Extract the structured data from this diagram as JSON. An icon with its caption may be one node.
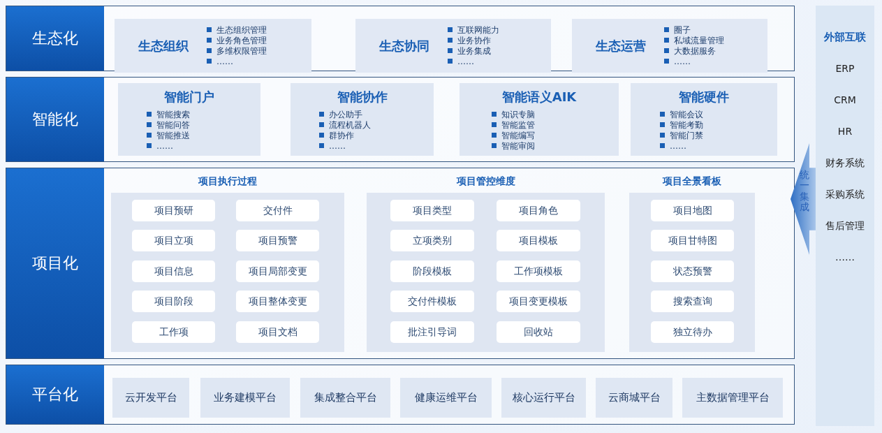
{
  "diagram": {
    "nodes": [
      {
        "text": [
          "生态化"
        ]
      },
      {
        "text": [
          "生态组织",
          "生态组织管理",
          "业务角色管理",
          "多维权限管理",
          "……"
        ],
        "in": 0
      },
      {
        "text": [
          "生态协同",
          "互联网能力",
          "业务协作",
          "业务集成",
          "……"
        ],
        "in": 0
      },
      {
        "text": [
          "生态运营",
          "圈子",
          "私域流量管理",
          "大数据服务",
          "……"
        ],
        "in": 0
      },
      {
        "text": [
          "智能化"
        ]
      },
      {
        "text": [
          "智能门户",
          "智能搜索",
          "智能问答",
          "智能推送",
          "……"
        ],
        "in": 4
      },
      {
        "text": [
          "智能协作",
          "办公助手",
          "流程机器人",
          "群协作",
          "……"
        ],
        "in": 4
      },
      {
        "text": [
          "智能语义AIK",
          "知识专脑",
          "智能监管",
          "智能编写",
          "智能审阅"
        ],
        "in": 4
      },
      {
        "text": [
          "智能硬件",
          "智能会议",
          "智能考勤",
          "智能门禁",
          "……"
        ],
        "in": 4
      },
      {
        "text": [
          "项目化"
        ]
      },
      {
        "text": [
          "项目执行过程"
        ],
        "in": 9
      },
      {
        "text": [
          "项目预研"
        ],
        "in": 10
      },
      {
        "text": [
          "交付件"
        ],
        "in": 10
      },
      {
        "text": [
          "项目立项"
        ],
        "in": 10
      },
      {
        "text": [
          "项目预警"
        ],
        "in": 10
      },
      {
        "text": [
          "项目信息"
        ],
        "in": 10
      },
      {
        "text": [
          "项目局部变更"
        ],
        "in": 10
      },
      {
        "text": [
          "项目阶段"
        ],
        "in": 10
      },
      {
        "text": [
          "项目整体变更"
        ],
        "in": 10
      },
      {
        "text": [
          "工作项"
        ],
        "in": 10
      },
      {
        "text": [
          "项目文档"
        ],
        "in": 10
      },
      {
        "text": [
          "项目管控维度"
        ],
        "in": 9
      },
      {
        "text": [
          "项目类型"
        ],
        "in": 21
      },
      {
        "text": [
          "项目角色"
        ],
        "in": 21
      },
      {
        "text": [
          "立项类别"
        ],
        "in": 21
      },
      {
        "text": [
          "项目模板"
        ],
        "in": 21
      },
      {
        "text": [
          "阶段模板"
        ],
        "in": 21
      },
      {
        "text": [
          "工作项模板"
        ],
        "in": 21
      },
      {
        "text": [
          "交付件模板"
        ],
        "in": 21
      },
      {
        "text": [
          "项目变更模板"
        ],
        "in": 21
      },
      {
        "text": [
          "批注引导词"
        ],
        "in": 21
      },
      {
        "text": [
          "回收站"
        ],
        "in": 21
      },
      {
        "text": [
          "项目全景看板"
        ],
        "in": 9
      },
      {
        "text": [
          "项目地图"
        ],
        "in": 32
      },
      {
        "text": [
          "项目甘特图"
        ],
        "in": 32
      },
      {
        "text": [
          "状态预警"
        ],
        "in": 32
      },
      {
        "text": [
          "搜索查询"
        ],
        "in": 32
      },
      {
        "text": [
          "独立待办"
        ],
        "in": 32
      },
      {
        "text": [
          "平台化"
        ]
      },
      {
        "text": [
          "云开发平台"
        ],
        "in": 38
      },
      {
        "text": [
          "业务建模平台"
        ],
        "in": 38
      },
      {
        "text": [
          "集成整合平台"
        ],
        "in": 38
      },
      {
        "text": [
          "健康运维平台"
        ],
        "in": 38
      },
      {
        "text": [
          "核心运行平台"
        ],
        "in": 38
      },
      {
        "text": [
          "云商城平台"
        ],
        "in": 38
      },
      {
        "text": [
          "主数据管理平台"
        ],
        "in": 38
      },
      {
        "text": [
          "外部互联",
          "ERP",
          "CRM",
          "HR",
          "财务系统",
          "采购系统",
          "售后管理",
          "……"
        ]
      },
      {
        "text": [
          "统一集成"
        ]
      }
    ]
  }
}
